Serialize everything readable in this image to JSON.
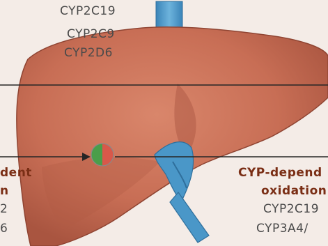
{
  "colors": {
    "background": "#f4ece7",
    "liver": "#c86e55",
    "liver_shadow": "#a95540",
    "vessel": "#4a97c8",
    "pointer_line": "#262626",
    "heading_text": "#7a2e15",
    "enzyme_text": "#4a4a4a",
    "marker_green": "#4a9e4a",
    "marker_red": "#d8584a"
  },
  "top_label": {
    "enzymes": [
      "CYP2C19",
      "CYP2C9",
      "CYP2D6"
    ]
  },
  "left_label": {
    "line1": "dent",
    "line2": "n",
    "enzyme1": "2",
    "enzyme2": "6"
  },
  "right_label": {
    "line1": "CYP-depend",
    "line2": "oxidation",
    "enzyme1": "CYP2C19",
    "enzyme2": "CYP3A4/"
  }
}
